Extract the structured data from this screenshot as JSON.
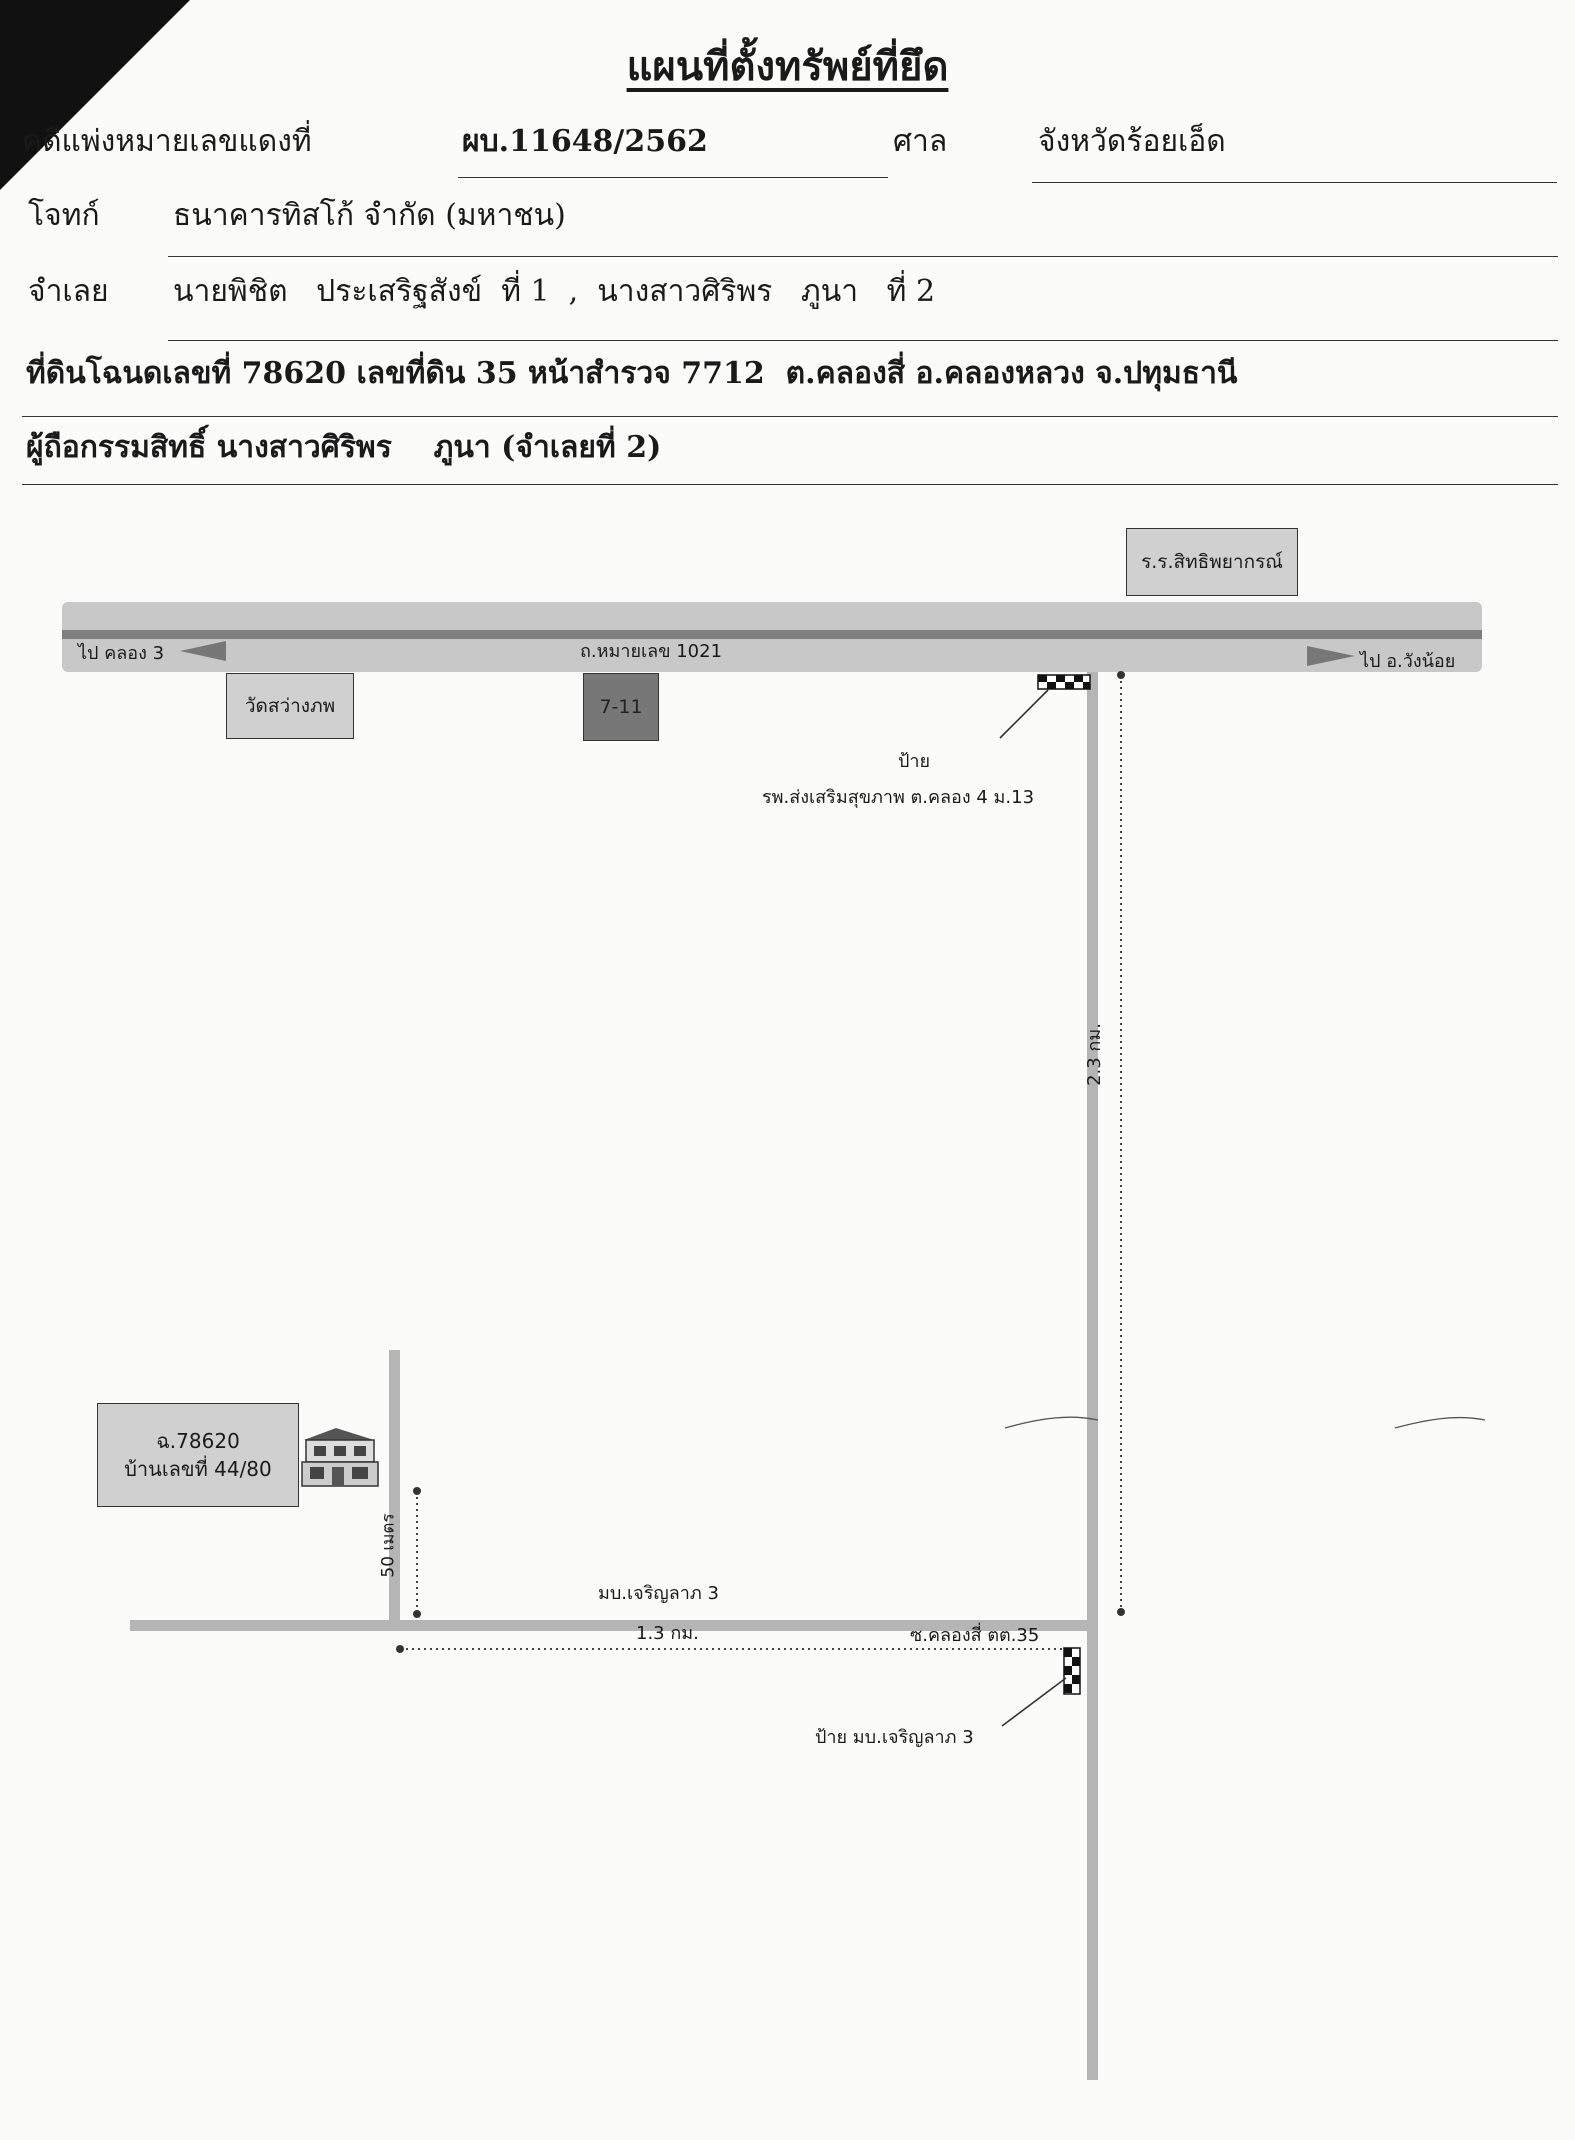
{
  "document": {
    "title": "แผนที่ตั้งทรัพย์ที่ยึด",
    "case_label": "คดีแพ่งหมายเลขแดงที่",
    "case_number": "ผบ.11648/2562",
    "court_label": "ศาล",
    "court_value": "จังหวัดร้อยเอ็ด",
    "plaintiff_label": "โจทก์",
    "plaintiff_value": "ธนาคารทิสโก้ จำกัด (มหาชน)",
    "defendant_label": "จำเลย",
    "defendant_value": "นายพิชิต   ประเสริฐสังข์  ที่ 1  ,  นางสาวศิริพร   ภูนา   ที่ 2",
    "land_line": "ที่ดินโฉนดเลขที่ 78620 เลขที่ดิน 35 หน้าสำรวจ 7712  ต.คลองสี่ อ.คลองหลวง จ.ปทุมธานี",
    "owner_line": "ผู้ถือกรรมสิทธิ์ นางสาวศิริพร    ภูนา (จำเลยที่ 2)"
  },
  "map": {
    "school": "ร.ร.สิทธิพยากรณ์",
    "main_road": "ถ.หมายเลข 1021",
    "to_left": "ไป คลอง 3",
    "to_right": "ไป อ.วังน้อย",
    "temple": "วัดสว่างภพ",
    "store": "7-11",
    "sign1_title": "ป้าย",
    "sign1_text": "รพ.ส่งเสริมสุขภาพ ต.คลอง 4 ม.13",
    "dist_vertical": "2.3 กม.",
    "property_deed": "ฉ.78620",
    "property_house": "บ้านเลขที่ 44/80",
    "dist_short": "50 เมตร",
    "village": "มบ.เจริญลาภ 3",
    "dist_horizontal": "1.3 กม.",
    "soi": "ซ.คลองสี่ ตต.35",
    "sign2_text": "ป้าย มบ.เจริญลาภ 3"
  }
}
